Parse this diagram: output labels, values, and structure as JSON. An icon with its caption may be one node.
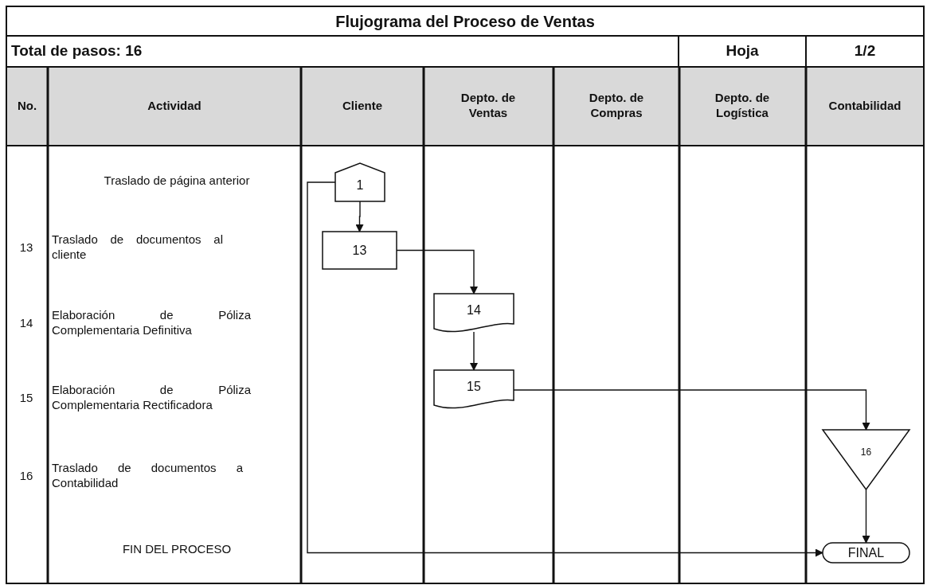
{
  "diagram": {
    "title": "Flujograma del Proceso de Ventas",
    "nodes": [
      {
        "text": [
          "1"
        ]
      },
      {
        "text": [
          "13"
        ]
      },
      {
        "text": [
          "14"
        ]
      },
      {
        "text": [
          "15"
        ]
      },
      {
        "text": [
          "16"
        ]
      },
      {
        "text": [
          "FINAL"
        ]
      }
    ],
    "edges": [
      {
        "from": 0,
        "to": 1,
        "arrow": "to"
      },
      {
        "from": 1,
        "to": 2,
        "arrow": "to"
      },
      {
        "from": 2,
        "to": 3,
        "arrow": "to"
      },
      {
        "from": 3,
        "to": 4,
        "arrow": "to"
      },
      {
        "from": 4,
        "to": 5,
        "arrow": "to"
      },
      {
        "from": 0,
        "to": 5,
        "arrow": "to"
      }
    ],
    "labels": [
      "Total de pasos: 16",
      "Hoja",
      "1/2",
      "No.",
      "Actividad",
      "Cliente",
      "Depto. de Ventas",
      "Depto. de Compras",
      "Depto. de Logística",
      "Contabilidad",
      "Traslado de página anterior",
      "13",
      "Traslado de documentos al cliente",
      "14",
      "Elaboración de Póliza Complementaria Definitiva",
      "15",
      "Elaboración de Póliza Complementaria Rectificadora",
      "16",
      "Traslado de documentos a Contabilidad",
      "FIN DEL PROCESO"
    ]
  }
}
